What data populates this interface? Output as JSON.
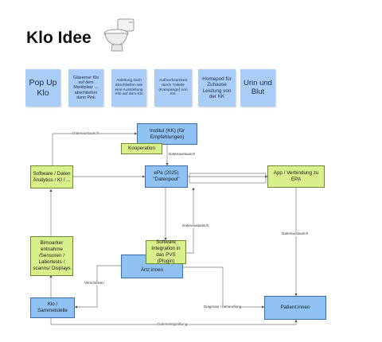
{
  "header": {
    "title": "Klo Idee",
    "emoji_icon": "toilet-icon"
  },
  "stickies": [
    {
      "text": "Pop Up Klo"
    },
    {
      "text": "Gläserner Klo auf dem Marktplatz → abschließen dann Pink"
    },
    {
      "text": "Anleitung nach abschließen wie eine Ausstellung Info auf dem Klo"
    },
    {
      "text": "Aufmerksamkeit durch Toilette (Kampange) von KK"
    },
    {
      "text": "Homepod für Zuhause Leistung von der KK"
    },
    {
      "text": "Urin und Blut"
    }
  ],
  "nodes": {
    "institut": "Institut (KK) (für Empfehlungen)",
    "kooperation": "Kooperation",
    "software_analytics": "Software / Daten Analytics / KI / ...",
    "epa": "ePa (2025) \"Datenpool\"",
    "app": "App / Verbindung zu EPA",
    "biomarker": "Bimoarker entnahme /Sensoren / Labortests / scanns/ Displays",
    "software_pvs": "Software Integration in das PVS (Plugin)",
    "aerzte": "Ärtz:innen",
    "klo": "Klo / Sammelstelle",
    "patient": "Patient:innen"
  },
  "edge_labels": {
    "datenaustausch_top": "Datenaustausch",
    "datenaustausch_institut": "Datenaustausch",
    "datenaustausch_mid": "Datenaustausch",
    "datenaustausch_right": "Datenaustausch",
    "versenden": "Verschicken",
    "diagnose": "Diagnose / behandlung",
    "dateneinspeisung": "Dateneinspeißung"
  },
  "colors": {
    "sticky": "#a9cdf7",
    "node_blue": "#8fc1f3",
    "node_green": "#d9ef8b"
  }
}
